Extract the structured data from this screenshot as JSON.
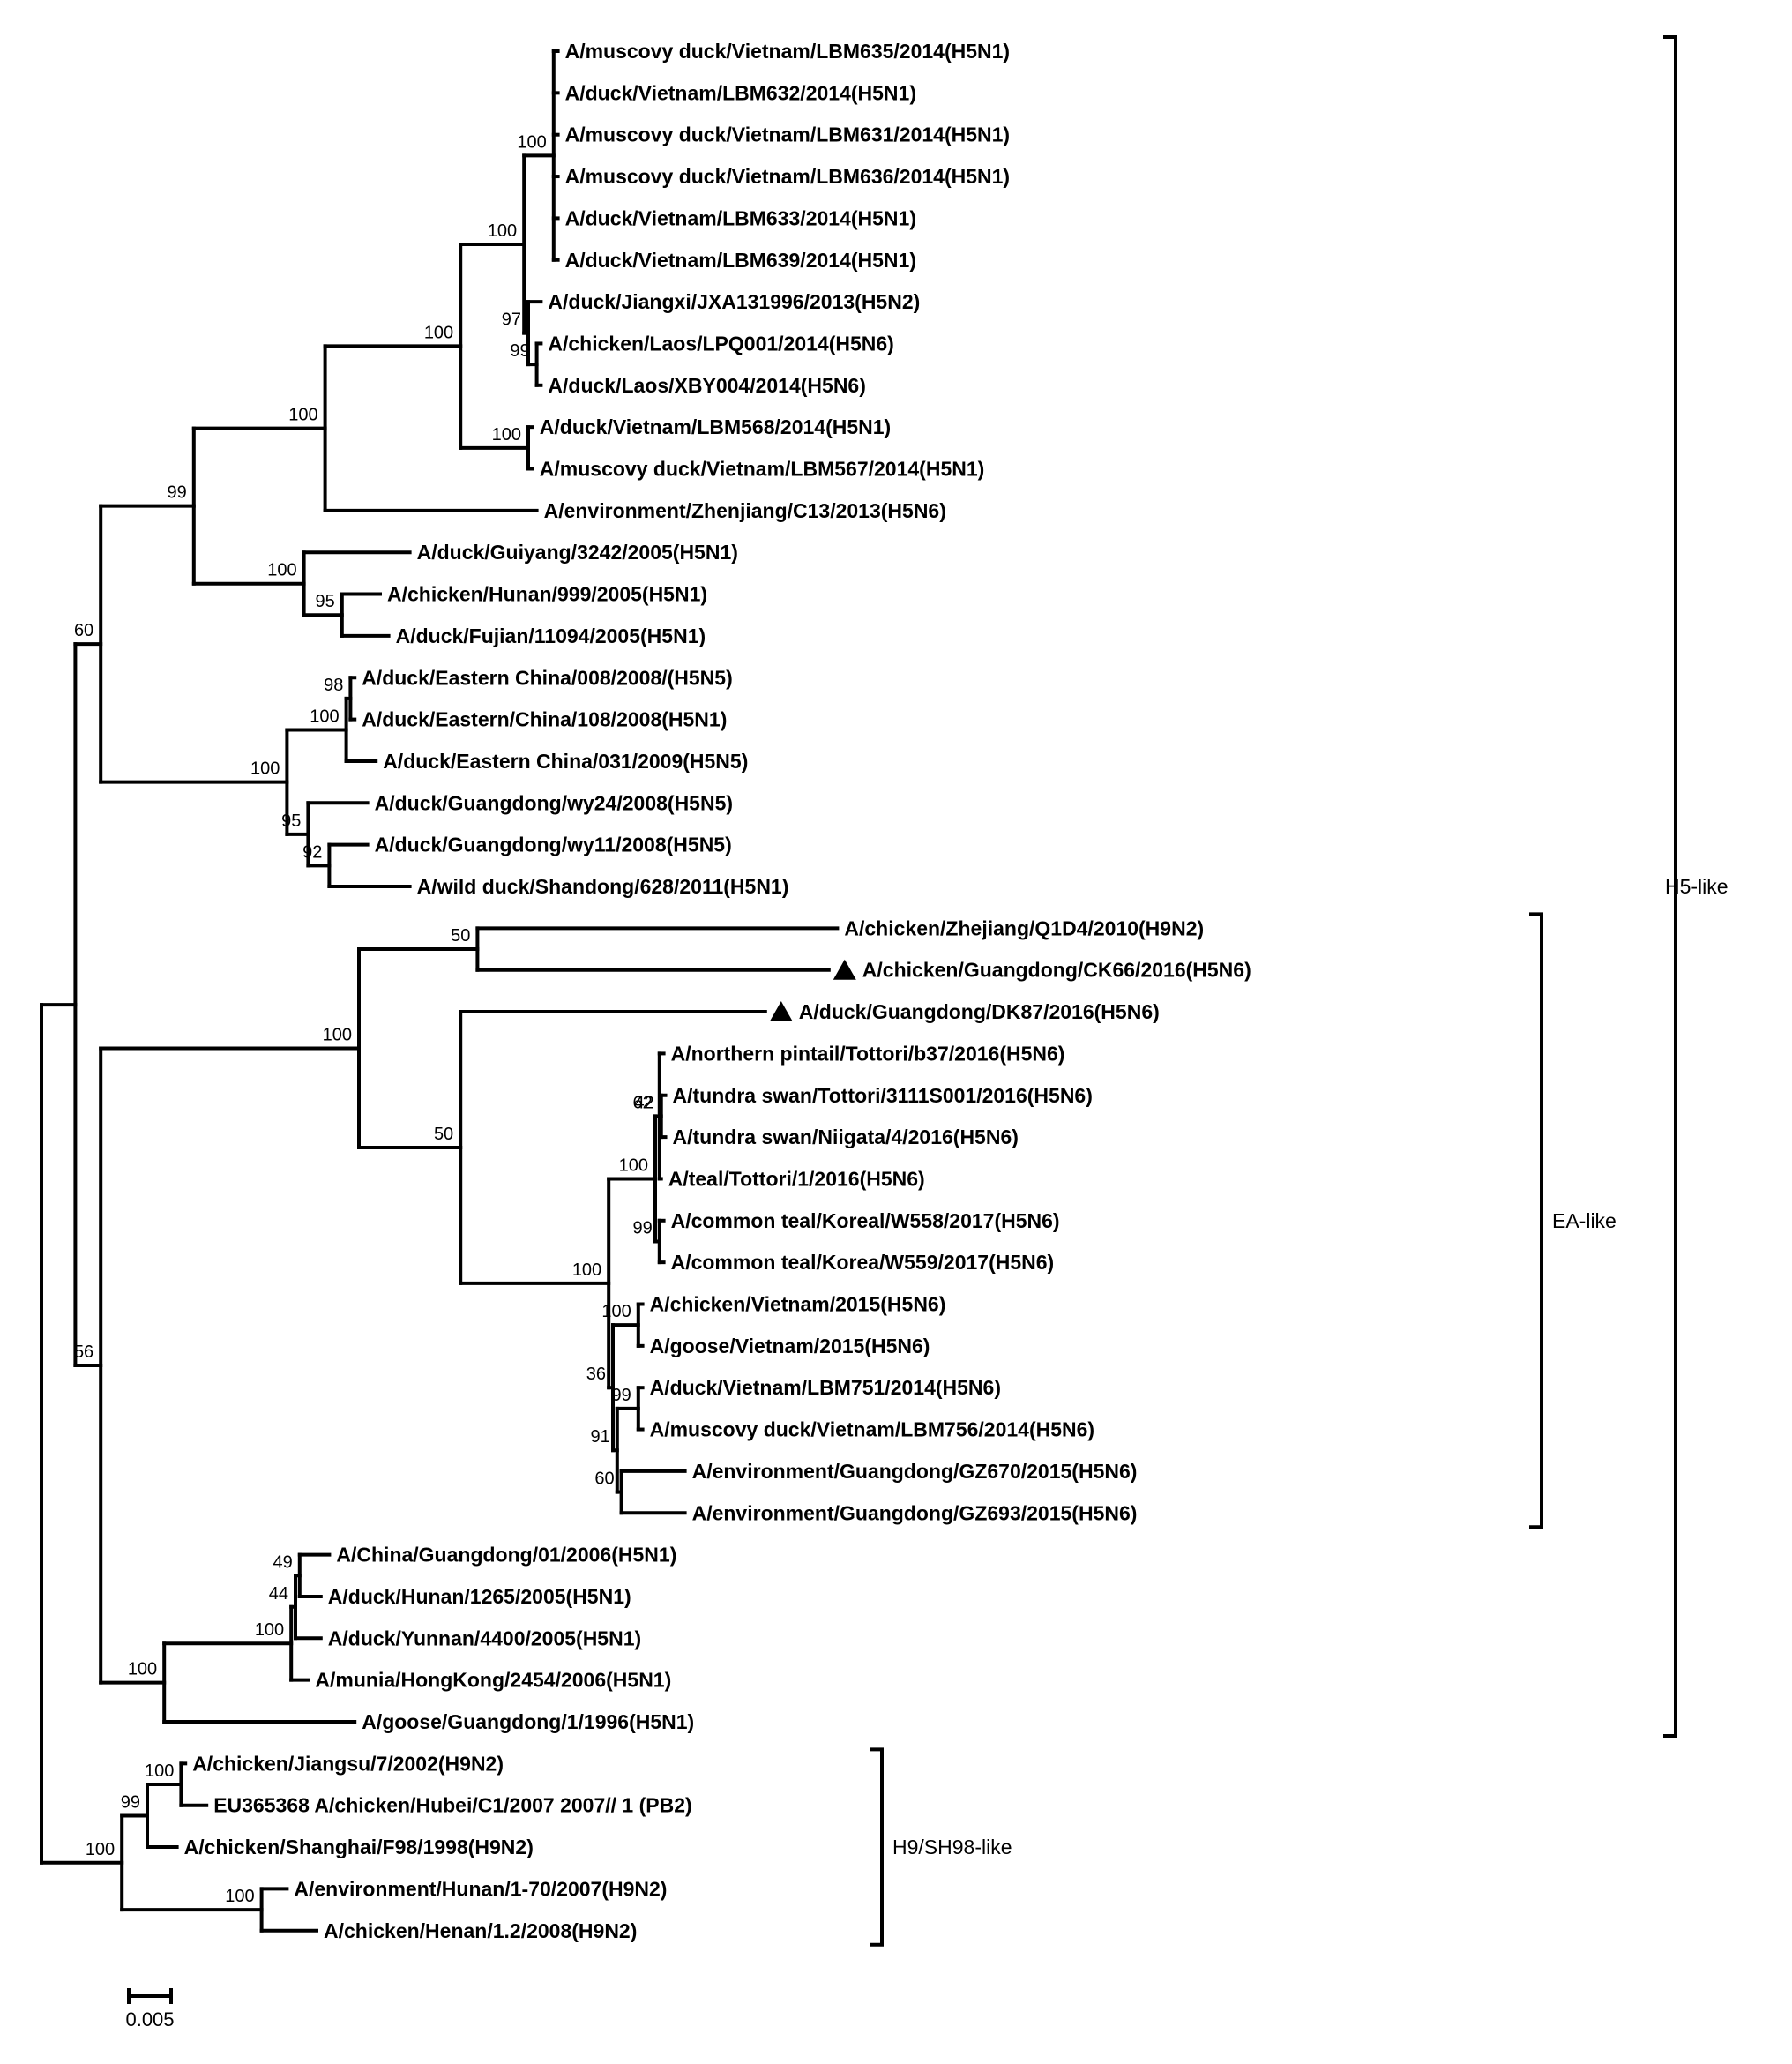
{
  "tree": {
    "children": [
      {
        "children": [
          {
            "bs": "60",
            "children": [
              {
                "bs": "99",
                "children": [
                  {
                    "bs": "100",
                    "children": [
                      {
                        "bs": "100",
                        "children": [
                          {
                            "bs": "100",
                            "children": [
                              {
                                "bs": "100",
                                "children": [
                                  {
                                    "label": "A/muscovy duck/Vietnam/LBM635/2014(H5N1)",
                                    "len": 0.0005
                                  },
                                  {
                                    "label": "A/duck/Vietnam/LBM632/2014(H5N1)",
                                    "len": 0.0005
                                  },
                                  {
                                    "label": "A/muscovy duck/Vietnam/LBM631/2014(H5N1)",
                                    "len": 0.0005
                                  },
                                  {
                                    "label": "A/muscovy duck/Vietnam/LBM636/2014(H5N1)",
                                    "len": 0.0005
                                  },
                                  {
                                    "label": "A/duck/Vietnam/LBM633/2014(H5N1)",
                                    "len": 0.0005
                                  },
                                  {
                                    "label": "A/duck/Vietnam/LBM639/2014(H5N1)",
                                    "len": 0.0005
                                  }
                                ],
                                "len": 0.0035
                              },
                              {
                                "bs": "97",
                                "children": [
                                  {
                                    "label": "A/duck/Jiangxi/JXA131996/2013(H5N2)",
                                    "len": 0.0015
                                  },
                                  {
                                    "bs": "99",
                                    "children": [
                                      {
                                        "label": "A/chicken/Laos/LPQ001/2014(H5N6)",
                                        "len": 0.0005
                                      },
                                      {
                                        "label": "A/duck/Laos/XBY004/2014(H5N6)",
                                        "len": 0.0005
                                      }
                                    ],
                                    "len": 0.001
                                  }
                                ],
                                "len": 0.0005
                              }
                            ],
                            "len": 0.0075
                          },
                          {
                            "bs": "100",
                            "children": [
                              {
                                "label": "A/duck/Vietnam/LBM568/2014(H5N1)",
                                "len": 0.0005
                              },
                              {
                                "label": "A/muscovy duck/Vietnam/LBM567/2014(H5N1)",
                                "len": 0.0005
                              }
                            ],
                            "len": 0.008
                          }
                        ],
                        "len": 0.016
                      },
                      {
                        "label": "A/environment/Zhenjiang/C13/2013(H5N6)",
                        "len": 0.025
                      }
                    ],
                    "len": 0.0155
                  },
                  {
                    "bs": "100",
                    "children": [
                      {
                        "label": "A/duck/Guiyang/3242/2005(H5N1)",
                        "len": 0.0125
                      },
                      {
                        "bs": "95",
                        "children": [
                          {
                            "label": "A/chicken/Hunan/999/2005(H5N1)",
                            "len": 0.0045
                          },
                          {
                            "label": "A/duck/Fujian/11094/2005(H5N1)",
                            "len": 0.0055
                          }
                        ],
                        "len": 0.0045
                      }
                    ],
                    "len": 0.013
                  }
                ],
                "len": 0.011
              },
              {
                "bs": "100",
                "children": [
                  {
                    "bs": "100",
                    "children": [
                      {
                        "bs": "98",
                        "children": [
                          {
                            "label": "A/duck/Eastern China/008/2008/(H5N5)",
                            "len": 0.0005
                          },
                          {
                            "label": "A/duck/Eastern/China/108/2008(H5N1)",
                            "len": 0.0005
                          }
                        ],
                        "len": 0.0005
                      },
                      {
                        "label": "A/duck/Eastern China/031/2009(H5N5)",
                        "len": 0.0035
                      }
                    ],
                    "len": 0.007
                  },
                  {
                    "bs": "95",
                    "children": [
                      {
                        "label": "A/duck/Guangdong/wy24/2008(H5N5)",
                        "len": 0.007
                      },
                      {
                        "bs": "92",
                        "children": [
                          {
                            "label": "A/duck/Guangdong/wy11/2008(H5N5)",
                            "len": 0.0045
                          },
                          {
                            "label": "A/wild duck/Shandong/628/2011(H5N1)",
                            "len": 0.0095
                          }
                        ],
                        "len": 0.0025
                      }
                    ],
                    "len": 0.0025
                  }
                ],
                "len": 0.022
              }
            ],
            "len": 0.003
          },
          {
            "bs": "56",
            "children": [
              {
                "bs": "100",
                "children": [
                  {
                    "bs": "50",
                    "children": [
                      {
                        "label": "A/chicken/Zhejiang/Q1D4/2010(H9N2)",
                        "len": 0.0425
                      },
                      {
                        "label": "A/chicken/Guangdong/CK66/2016(H5N6)",
                        "len": 0.0415,
                        "marker": true
                      }
                    ],
                    "len": 0.014
                  },
                  {
                    "bs": "50",
                    "children": [
                      {
                        "label": "A/duck/Guangdong/DK87/2016(H5N6)",
                        "len": 0.036,
                        "marker": true
                      },
                      {
                        "bs": "100",
                        "children": [
                          {
                            "bs": "100",
                            "children": [
                              {
                                "bs": "62",
                                "children": [
                                  {
                                    "label": "A/northern pintail/Tottori/b37/2016(H5N6)",
                                    "len": 0.0005
                                  },
                                  {
                                    "bs": "42",
                                    "children": [
                                      {
                                        "label": "A/tundra swan/Tottori/3111S001/2016(H5N6)",
                                        "len": 0.0005
                                      },
                                      {
                                        "label": "A/tundra swan/Niigata/4/2016(H5N6)",
                                        "len": 0.0005
                                      }
                                    ],
                                    "len": 0.0002
                                  },
                                  {
                                    "label": "A/teal/Tottori/1/2016(H5N6)",
                                    "len": 0.0002
                                  }
                                ],
                                "len": 0.0005
                              },
                              {
                                "bs": "99",
                                "children": [
                                  {
                                    "label": "A/common teal/Koreal/W558/2017(H5N6)",
                                    "len": 0.0005
                                  },
                                  {
                                    "label": "A/common teal/Korea/W559/2017(H5N6)",
                                    "len": 0.0005
                                  }
                                ],
                                "len": 0.0005
                              }
                            ],
                            "len": 0.0055
                          },
                          {
                            "bs": "36",
                            "children": [
                              {
                                "bs": "100",
                                "children": [
                                  {
                                    "label": "A/chicken/Vietnam/2015(H5N6)",
                                    "len": 0.0005
                                  },
                                  {
                                    "label": "A/goose/Vietnam/2015(H5N6)",
                                    "len": 0.0005
                                  }
                                ],
                                "len": 0.003
                              },
                              {
                                "bs": "91",
                                "children": [
                                  {
                                    "bs": "99",
                                    "children": [
                                      {
                                        "label": "A/duck/Vietnam/LBM751/2014(H5N6)",
                                        "len": 0.0005
                                      },
                                      {
                                        "label": "A/muscovy duck/Vietnam/LBM756/2014(H5N6)",
                                        "len": 0.0005
                                      }
                                    ],
                                    "len": 0.0025
                                  },
                                  {
                                    "bs": "60",
                                    "children": [
                                      {
                                        "label": "A/environment/Guangdong/GZ670/2015(H5N6)",
                                        "len": 0.0075
                                      },
                                      {
                                        "label": "A/environment/Guangdong/GZ693/2015(H5N6)",
                                        "len": 0.0075
                                      }
                                    ],
                                    "len": 0.0005
                                  }
                                ],
                                "len": 0.0005
                              }
                            ],
                            "len": 0.0005
                          }
                        ],
                        "len": 0.0175
                      }
                    ],
                    "len": 0.012
                  }
                ],
                "len": 0.0305
              },
              {
                "bs": "100",
                "children": [
                  {
                    "bs": "100",
                    "children": [
                      {
                        "bs": "44",
                        "children": [
                          {
                            "bs": "49",
                            "children": [
                              {
                                "label": "A/China/Guangdong/01/2006(H5N1)",
                                "len": 0.0035
                              },
                              {
                                "label": "A/duck/Hunan/1265/2005(H5N1)",
                                "len": 0.0025
                              }
                            ],
                            "len": 0.0005
                          },
                          {
                            "label": "A/duck/Yunnan/4400/2005(H5N1)",
                            "len": 0.003
                          }
                        ],
                        "len": 0.0005
                      },
                      {
                        "label": "A/munia/HongKong/2454/2006(H5N1)",
                        "len": 0.002
                      }
                    ],
                    "len": 0.015
                  },
                  {
                    "label": "A/goose/Guangdong/1/1996(H5N1)",
                    "len": 0.0225
                  }
                ],
                "len": 0.0075
              }
            ],
            "len": 0.003
          }
        ],
        "len": 0.004
      },
      {
        "bs": "100",
        "children": [
          {
            "bs": "99",
            "children": [
              {
                "bs": "100",
                "children": [
                  {
                    "label": "A/chicken/Jiangsu/7/2002(H9N2)",
                    "len": 0.0005
                  },
                  {
                    "label": "EU365368 A/chicken/Hubei/C1/2007 2007// 1 (PB2)",
                    "len": 0.003
                  }
                ],
                "len": 0.004
              },
              {
                "label": "A/chicken/Shanghai/F98/1998(H9N2)",
                "len": 0.0035
              }
            ],
            "len": 0.003
          },
          {
            "bs": "100",
            "children": [
              {
                "label": "A/environment/Hunan/1-70/2007(H9N2)",
                "len": 0.003
              },
              {
                "label": "A/chicken/Henan/1.2/2008(H9N2)",
                "len": 0.0065
              }
            ],
            "len": 0.0165
          }
        ],
        "len": 0.0095
      }
    ]
  },
  "clades": [
    {
      "label": "H5-like",
      "from": "A/muscovy duck/Vietnam/LBM635/2014(H5N1)",
      "to": "A/goose/Guangdong/1/1996(H5N1)"
    },
    {
      "label": "EA-like",
      "from": "A/chicken/Zhejiang/Q1D4/2010(H9N2)",
      "to": "A/environment/Guangdong/GZ693/2015(H5N6)"
    },
    {
      "label": "H9/SH98-like",
      "from": "A/chicken/Jiangsu/7/2002(H9N2)",
      "to": "A/chicken/Henan/1.2/2008(H9N2)"
    }
  ],
  "scale_bar": {
    "label": "0.005",
    "value": 0.005
  },
  "marker_icon": "filled-triangle-icon"
}
